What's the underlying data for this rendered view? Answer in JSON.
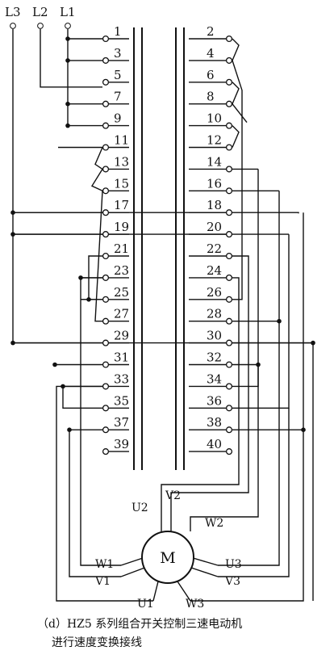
{
  "supply": {
    "labels": [
      "L3",
      "L2",
      "L1"
    ]
  },
  "terminals": {
    "left": [
      "1",
      "3",
      "5",
      "7",
      "9",
      "11",
      "13",
      "15",
      "17",
      "19",
      "21",
      "23",
      "25",
      "27",
      "29",
      "31",
      "33",
      "35",
      "37",
      "39"
    ],
    "right": [
      "2",
      "4",
      "6",
      "8",
      "10",
      "12",
      "14",
      "16",
      "18",
      "20",
      "22",
      "24",
      "26",
      "28",
      "30",
      "32",
      "34",
      "36",
      "38",
      "40"
    ]
  },
  "motor": {
    "center_label": "M",
    "terminals": {
      "u1": "U1",
      "v1": "V1",
      "w1": "W1",
      "u2": "U2",
      "v2": "V2",
      "w2": "W2",
      "u3": "U3",
      "v3": "V3",
      "w3": "W3"
    }
  },
  "caption": {
    "line1": "（d）HZ5 系列组合开关控制三速电动机",
    "line2": "进行速度变换接线"
  }
}
